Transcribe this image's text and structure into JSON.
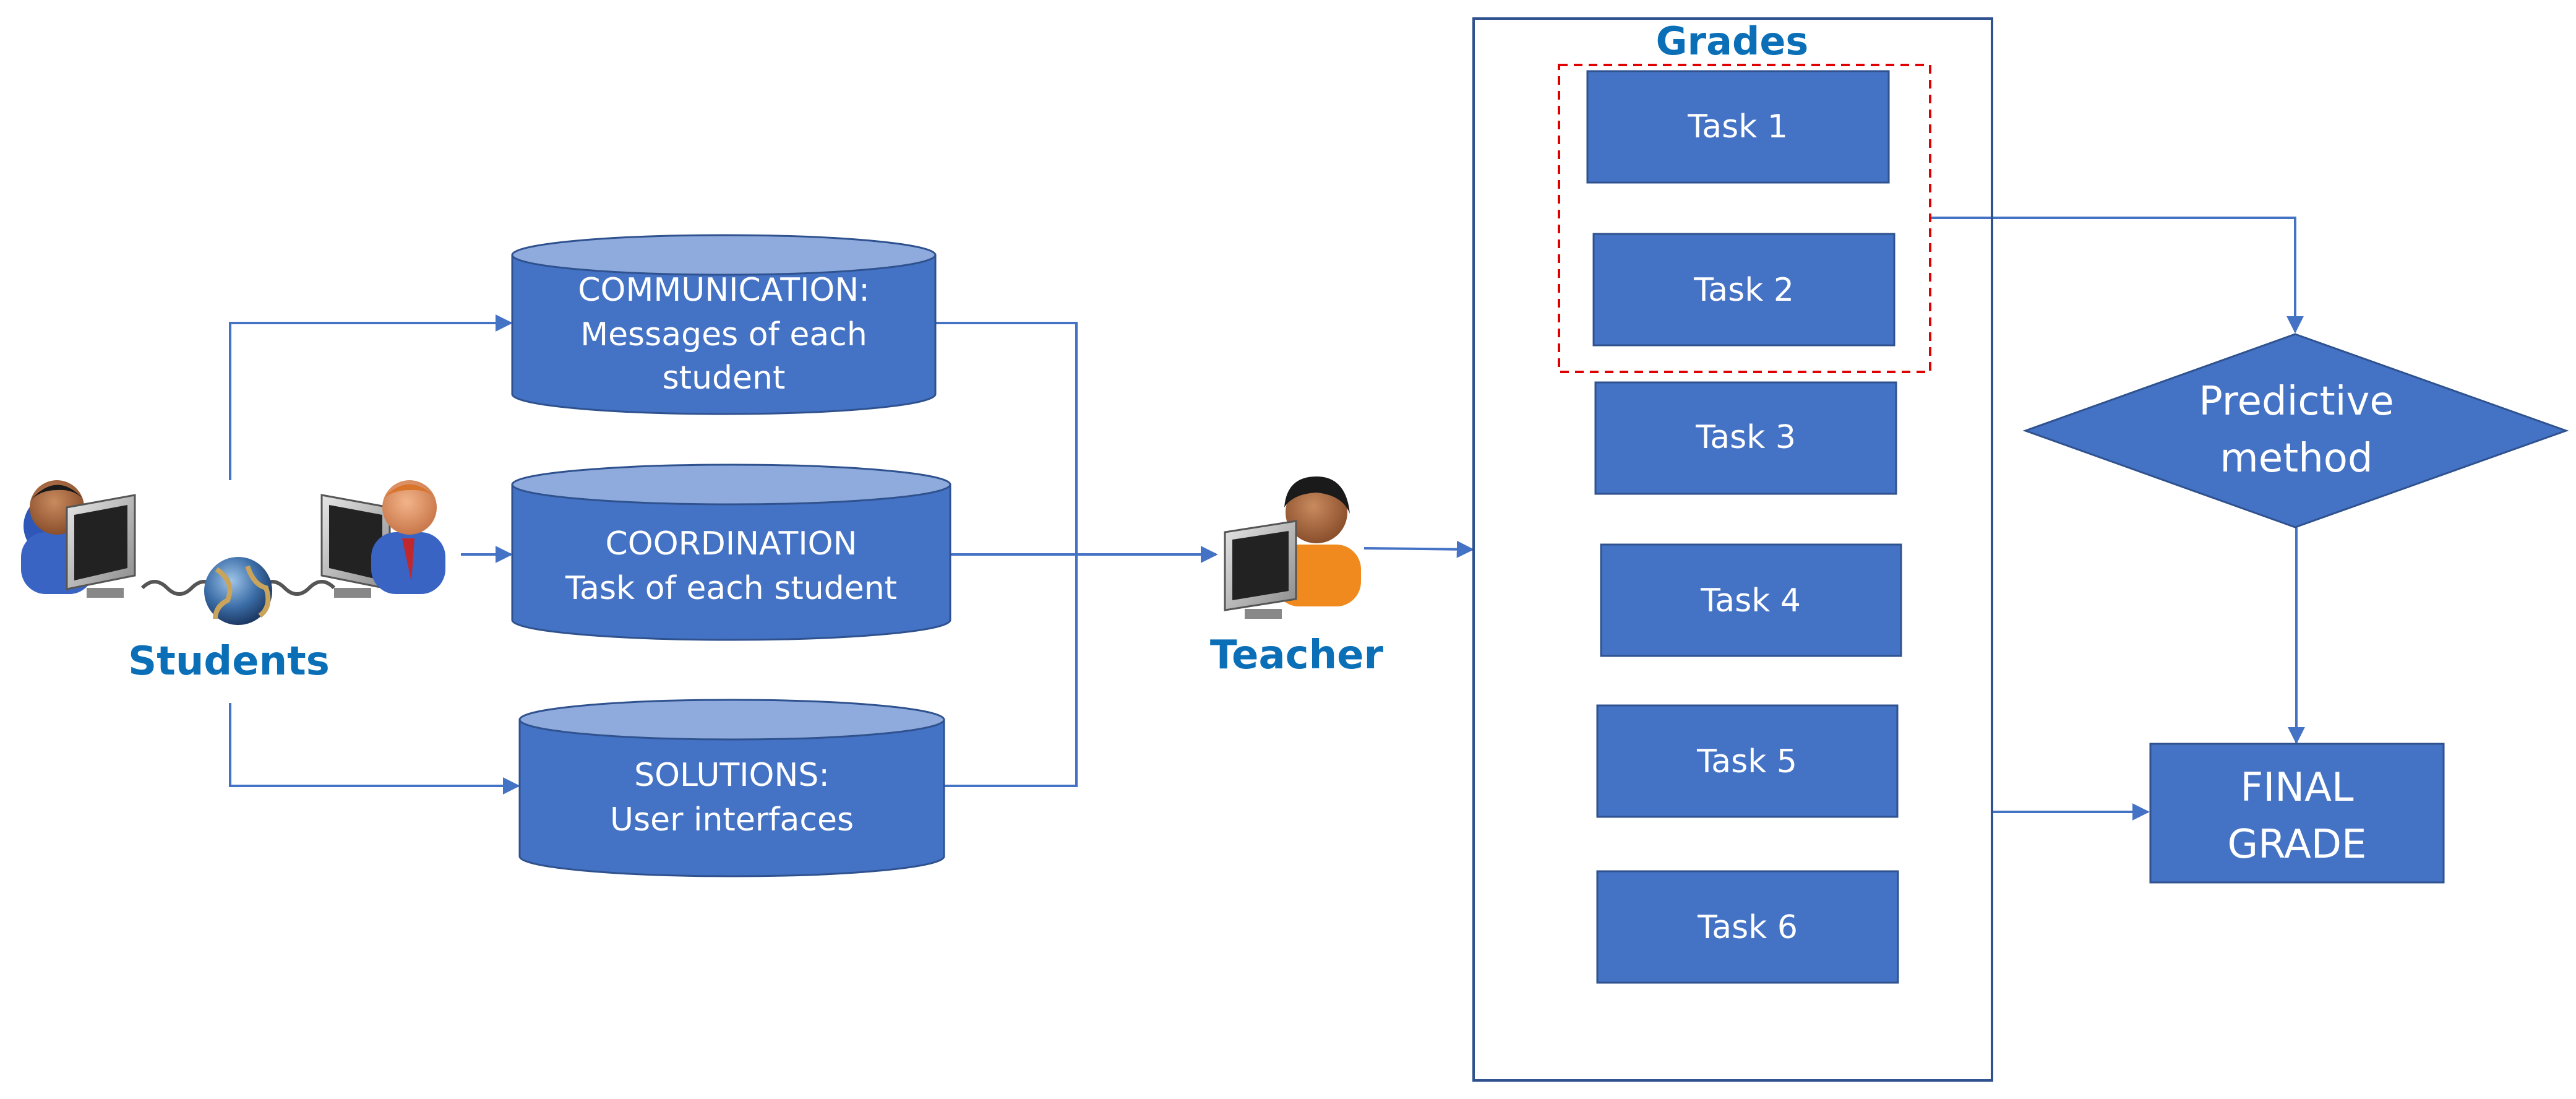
{
  "colors": {
    "box_fill": "#4472c4",
    "box_stroke": "#2f528f",
    "cylinder_top": "#8faadc",
    "edge": "#4472c4",
    "label_text": "#0b6fb8",
    "highlight_dashed": "#e00000",
    "box_text": "#ffffff"
  },
  "actors": {
    "students": {
      "label": "Students",
      "icon": "students-network-icon"
    },
    "teacher": {
      "label": "Teacher",
      "icon": "teacher-computer-icon"
    }
  },
  "databases": {
    "communication": {
      "line1": "COMMUNICATION:",
      "line2": "Messages of each",
      "line3": "student"
    },
    "coordination": {
      "line1": "COORDINATION",
      "line2": "Task of each student"
    },
    "solutions": {
      "line1": "SOLUTIONS:",
      "line2": "User interfaces"
    }
  },
  "grades": {
    "title": "Grades",
    "tasks": [
      "Task 1",
      "Task 2",
      "Task 3",
      "Task 4",
      "Task 5",
      "Task 6"
    ]
  },
  "predictive": {
    "line1": "Predictive",
    "line2": "method"
  },
  "final_grade": {
    "line1": "FINAL",
    "line2": "GRADE"
  }
}
